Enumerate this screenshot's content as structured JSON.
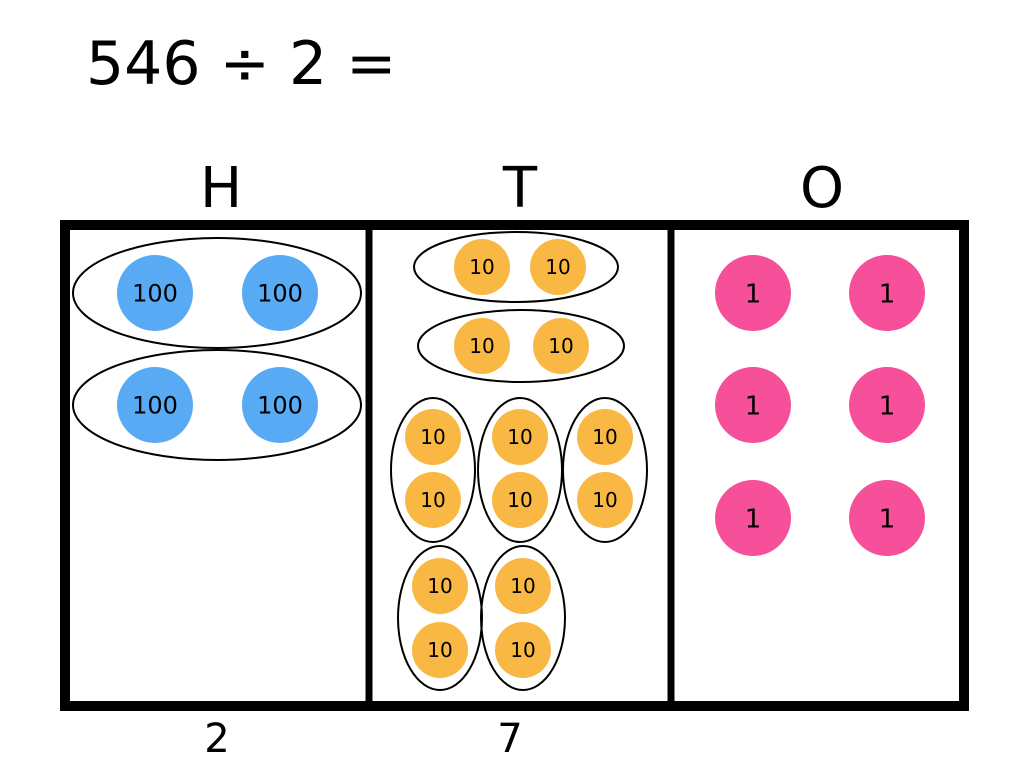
{
  "problem": {
    "text": "546 ÷ 2 ="
  },
  "columns": [
    {
      "header": "H",
      "answer": "2"
    },
    {
      "header": "T",
      "answer": "7"
    },
    {
      "header": "O",
      "answer": ""
    }
  ],
  "colors": {
    "hundreds": "#58AAF5",
    "tens": "#F9B843",
    "ones": "#F6509B",
    "border": "#000000"
  },
  "chips": {
    "hundreds_label": "100",
    "tens_label": "10",
    "ones_label": "1",
    "hundreds_count": 4,
    "tens_count": 14,
    "ones_count": 6
  },
  "groups": {
    "hundreds": {
      "group_count": 2,
      "chips_per_group": 2
    },
    "tens": {
      "group_count": 7,
      "chips_per_group": 2
    },
    "ones": {
      "group_count": 0
    }
  }
}
